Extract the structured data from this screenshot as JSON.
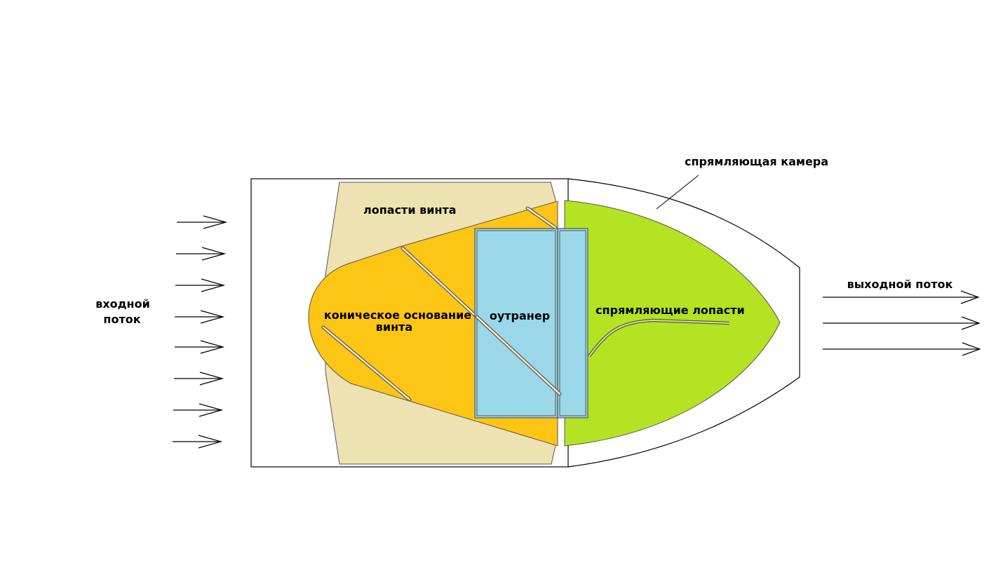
{
  "labels": {
    "propeller_blades": "лопасти винта",
    "straightening_chamber": "спрямляющая камера",
    "input_flow_line1": "входной",
    "input_flow_line2": "поток",
    "conical_base_line1": "коническое основание",
    "conical_base_line2": "винта",
    "outrunner": "оутранер",
    "straightening_blades": "спрямляющие лопасти",
    "output_flow": "выходной поток"
  },
  "colors": {
    "propeller_blades": "#efe2b2",
    "conical_base": "#fdc514",
    "outrunner": "#9ad8e9",
    "straightening_blades": "#b4e323",
    "outline": "#000000",
    "background": "#ffffff"
  },
  "icons": {
    "flow_arrow": "right-arrow-icon"
  }
}
